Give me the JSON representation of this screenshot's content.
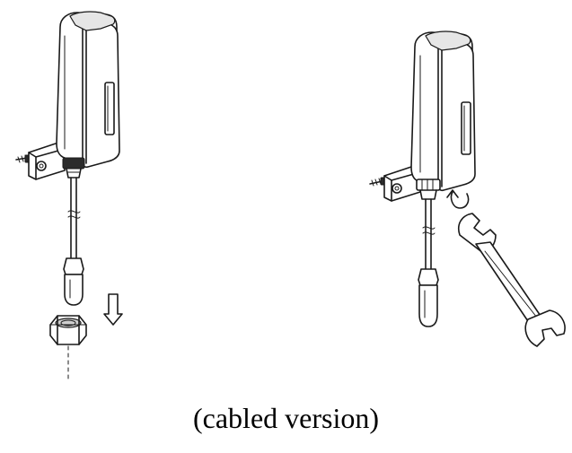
{
  "caption": "(cabled version)",
  "figures": [
    {
      "name": "step-remove-nut",
      "icons": [
        "sensor-housing",
        "mounting-bracket",
        "screw",
        "cable",
        "cable-gland",
        "hex-nut",
        "down-arrow"
      ]
    },
    {
      "name": "step-tighten-with-wrench",
      "icons": [
        "sensor-housing",
        "mounting-bracket",
        "screw",
        "cable",
        "cable-gland",
        "rotate-arrow",
        "wrench"
      ]
    }
  ],
  "colors": {
    "line": "#1a1a1a",
    "background": "#ffffff",
    "shade": "#cfcfcf"
  }
}
